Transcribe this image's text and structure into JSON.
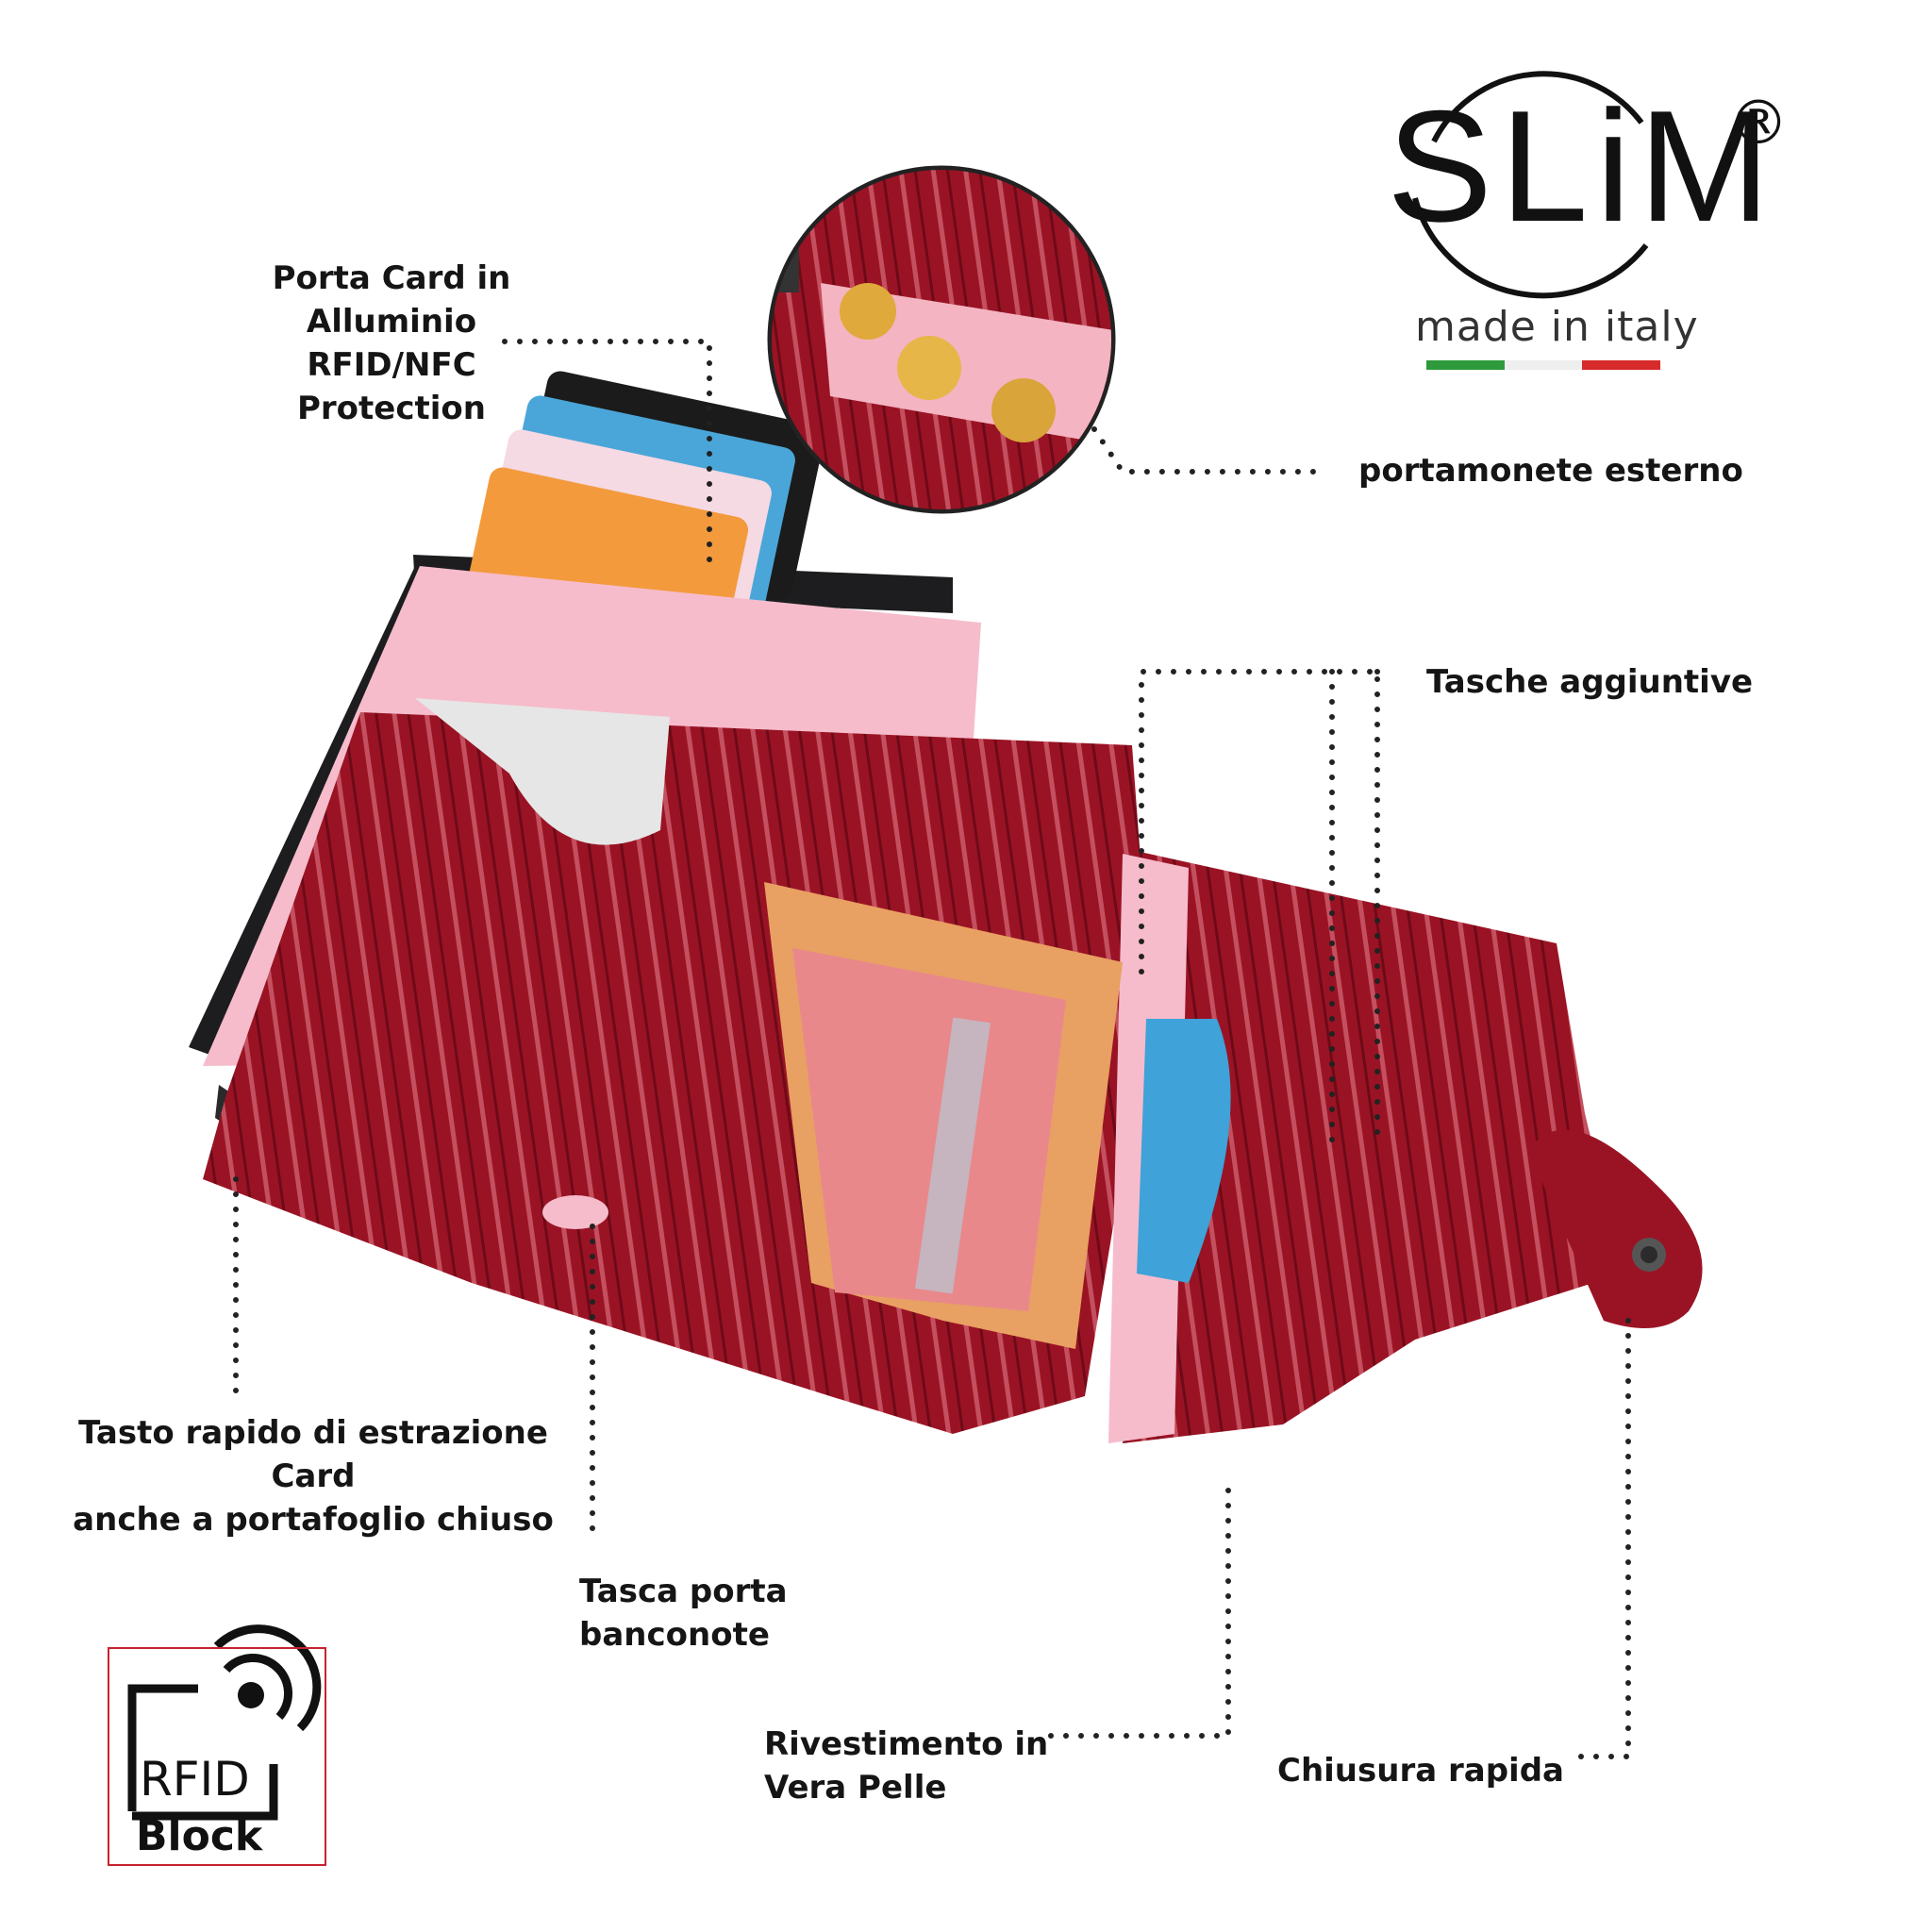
{
  "brand": {
    "logo_text": "SLiM",
    "registered_mark": "®",
    "tagline": "made in italy",
    "flag_colors": [
      "#2e9a3b",
      "#f2f2f2",
      "#d72a2a"
    ]
  },
  "callouts": {
    "porta_card": "Porta Card in\nAlluminio\nRFID/NFC\nProtection",
    "portamonete": "portamonete esterno",
    "tasche": "Tasche aggiuntive",
    "tasto": "Tasto rapido di estrazione Card\nanche a portafoglio chiuso",
    "tasca": "Tasca porta\nbanconote",
    "rivestimento": "Rivestimento in\nVera Pelle",
    "chiusura": "Chiusura rapida"
  },
  "badge": {
    "rfid": "RFID",
    "block": "Block",
    "border_color": "#c7232f"
  },
  "colors": {
    "leather_red": "#9c1322",
    "leather_dark": "#6e0c18",
    "lining_pink": "#f6bccb",
    "case_black": "#1d1d1f"
  }
}
